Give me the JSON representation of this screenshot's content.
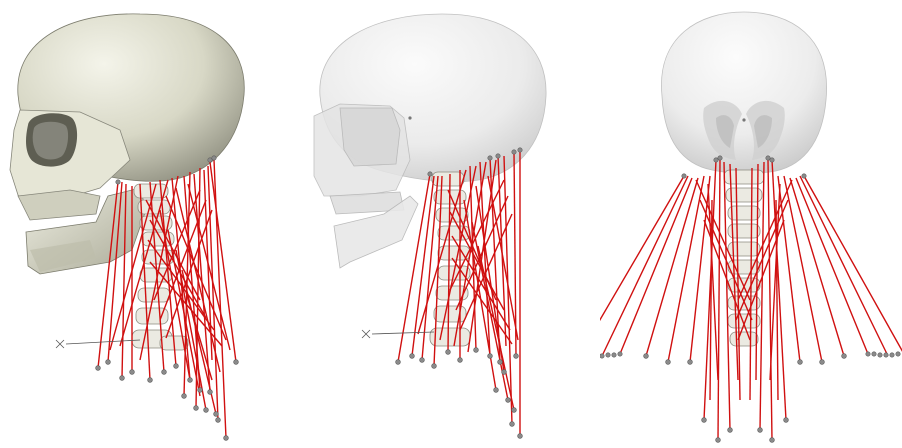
{
  "figure": {
    "panels": [
      {
        "view": "lateral-left",
        "skull_style": "opaque"
      },
      {
        "view": "lateral-left",
        "skull_style": "translucent"
      },
      {
        "view": "posterior",
        "skull_style": "translucent"
      }
    ],
    "colors": {
      "muscle": "#d01010",
      "skull_opaque": "#dcdccc",
      "skull_translucent": "#f0f0f0",
      "node": "#8a8a8a",
      "vertebra": "#ebeae2"
    },
    "icons": [
      "axis-origin-icon"
    ]
  }
}
